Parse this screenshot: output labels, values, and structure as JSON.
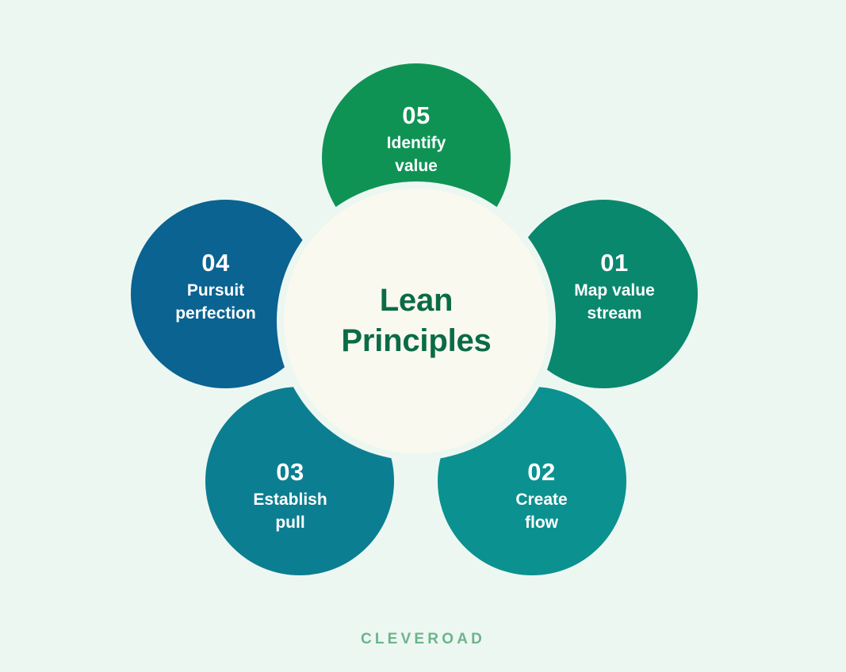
{
  "background_color": "#edf7f2",
  "center": {
    "title_line1": "Lean",
    "title_line2": "Principles",
    "fill_color": "#faf9ef",
    "text_color": "#0b6b46"
  },
  "petals": [
    {
      "id": "05",
      "number": "05",
      "label_line1": "Identify",
      "label_line2": "value",
      "color": "#0f9355",
      "text_color": "#ffffff"
    },
    {
      "id": "01",
      "number": "01",
      "label_line1": "Map value",
      "label_line2": "stream",
      "color": "#09886e",
      "text_color": "#ffffff"
    },
    {
      "id": "02",
      "number": "02",
      "label_line1": "Create",
      "label_line2": "flow",
      "color": "#0b9190",
      "text_color": "#ffffff"
    },
    {
      "id": "03",
      "number": "03",
      "label_line1": "Establish",
      "label_line2": "pull",
      "color": "#0c7e91",
      "text_color": "#ffffff"
    },
    {
      "id": "04",
      "number": "04",
      "label_line1": "Pursuit",
      "label_line2": "perfection",
      "color": "#0a6391",
      "text_color": "#ffffff"
    }
  ],
  "footer": {
    "logo_text": "CLEVEROAD",
    "logo_color": "#6cb48c"
  },
  "chart_data": {
    "type": "diagram",
    "title": "Lean Principles",
    "layout": "radial petal / flower",
    "categories": [
      "01",
      "02",
      "03",
      "04",
      "05"
    ],
    "items": [
      {
        "number": "01",
        "label": "Map value stream",
        "color": "#09886e"
      },
      {
        "number": "02",
        "label": "Create flow",
        "color": "#0b9190"
      },
      {
        "number": "03",
        "label": "Establish pull",
        "color": "#0c7e91"
      },
      {
        "number": "04",
        "label": "Pursuit perfection",
        "color": "#0a6391"
      },
      {
        "number": "05",
        "label": "Identify value",
        "color": "#0f9355"
      }
    ]
  }
}
